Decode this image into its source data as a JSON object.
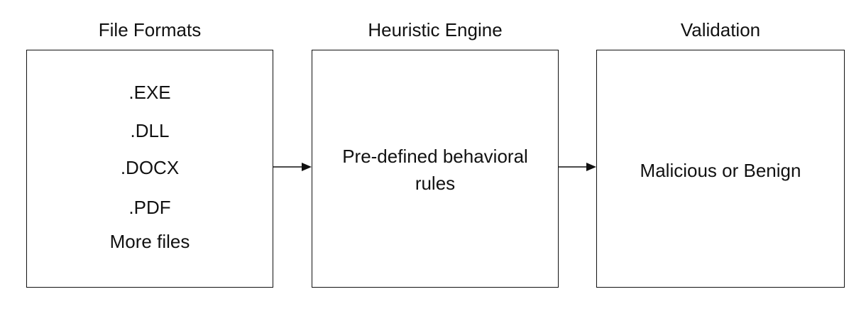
{
  "columns": [
    {
      "title": "File Formats",
      "items": [
        ".EXE",
        ".DLL",
        ".DOCX",
        ".PDF",
        "More files"
      ]
    },
    {
      "title": "Heuristic Engine",
      "lines": [
        "Pre-defined behavioral",
        "rules"
      ]
    },
    {
      "title": "Validation",
      "lines": [
        "Malicious or Benign"
      ]
    }
  ],
  "colors": {
    "stroke": "#111111",
    "background": "#ffffff"
  }
}
